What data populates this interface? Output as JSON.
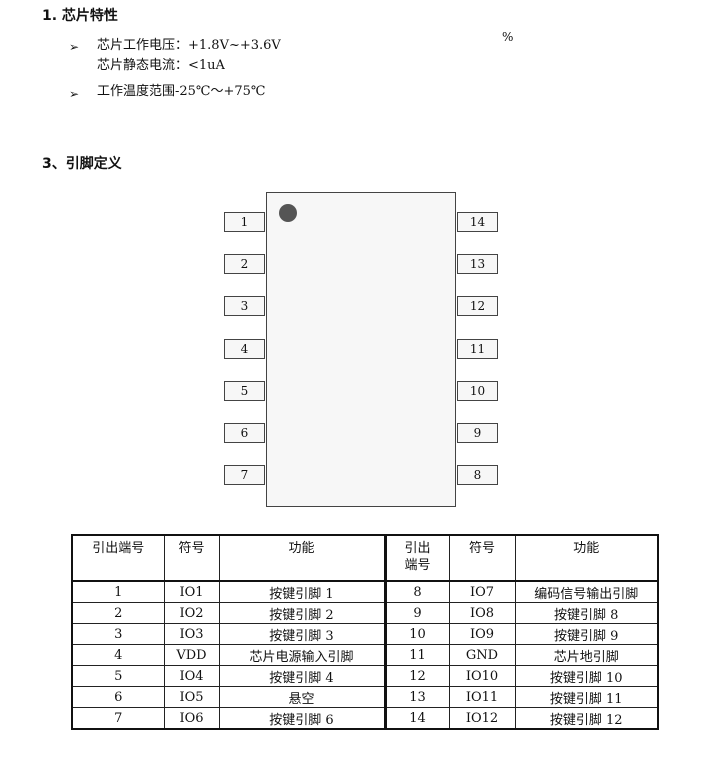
{
  "section1": {
    "title": "1.  芯片特性",
    "bullet_symbol": "➢",
    "features": [
      {
        "lines": [
          "芯片工作电压：+1.8V~+3.6V",
          "芯片静态电流：<1uA"
        ]
      },
      {
        "lines": [
          "工作温度范围-25℃～+75℃"
        ]
      }
    ],
    "stray_mark": "%"
  },
  "section3": {
    "title": "3、引脚定义"
  },
  "chip": {
    "left_pins": [
      "1",
      "2",
      "3",
      "4",
      "5",
      "6",
      "7"
    ],
    "right_pins": [
      "14",
      "13",
      "12",
      "11",
      "10",
      "9",
      "8"
    ]
  },
  "table": {
    "headers": [
      "引出端号",
      "符号",
      "功能",
      "引出\n端号",
      "符号",
      "功能"
    ],
    "rows": [
      [
        "1",
        "IO1",
        "按键引脚 1",
        "8",
        "IO7",
        "编码信号输出引脚"
      ],
      [
        "2",
        "IO2",
        "按键引脚 2",
        "9",
        "IO8",
        "按键引脚 8"
      ],
      [
        "3",
        "IO3",
        "按键引脚 3",
        "10",
        "IO9",
        "按键引脚 9"
      ],
      [
        "4",
        "VDD",
        "芯片电源输入引脚",
        "11",
        "GND",
        "芯片地引脚"
      ],
      [
        "5",
        "IO4",
        "按键引脚 4",
        "12",
        "IO10",
        "按键引脚 10"
      ],
      [
        "6",
        "IO5",
        "悬空",
        "13",
        "IO11",
        "按键引脚 11"
      ],
      [
        "7",
        "IO6",
        "按键引脚 6",
        "14",
        "IO12",
        "按键引脚 12"
      ]
    ]
  }
}
